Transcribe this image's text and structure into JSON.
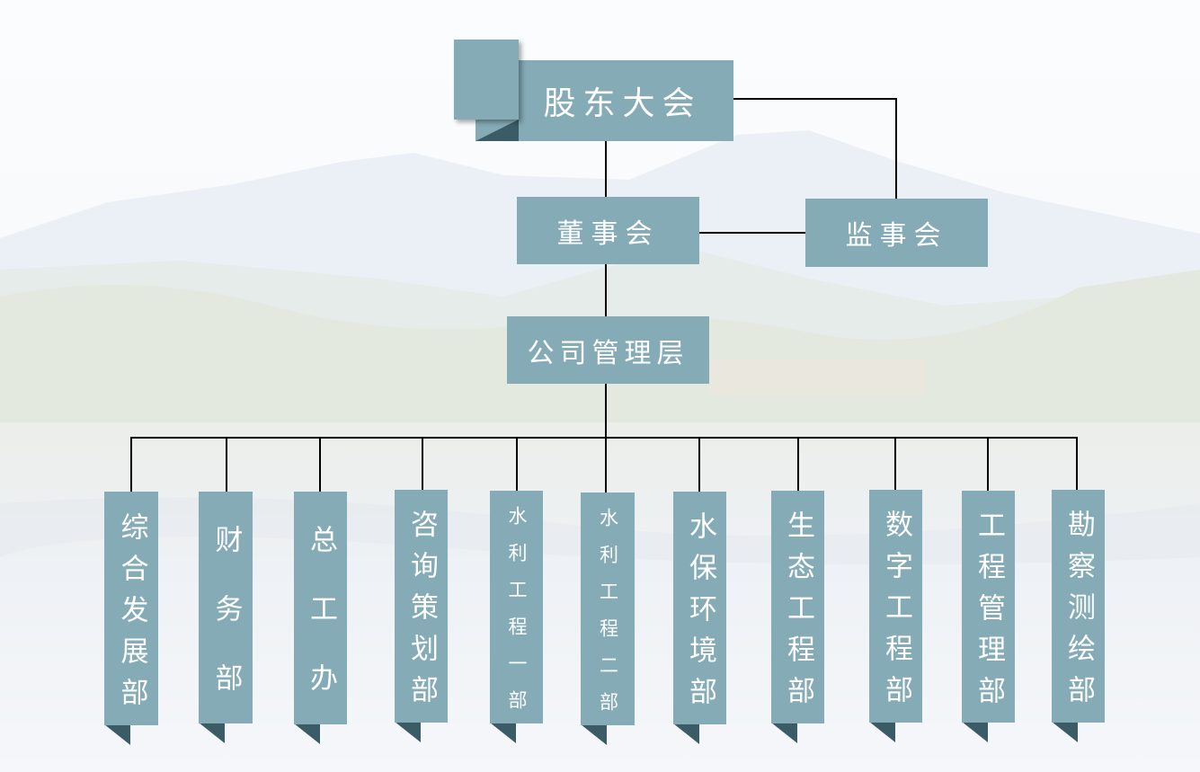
{
  "colors": {
    "box": "#84abb6",
    "fold": "#3b5c66",
    "line": "#000000",
    "text": "#ffffff"
  },
  "top": {
    "label": "股东大会"
  },
  "board": {
    "label": "董事会"
  },
  "supervisors": {
    "label": "监事会"
  },
  "management": {
    "label": "公司管理层"
  },
  "departments": [
    {
      "label": "综合发展部"
    },
    {
      "label": "财务部"
    },
    {
      "label": "总工办"
    },
    {
      "label": "咨询策划部"
    },
    {
      "label": "水利工程一部"
    },
    {
      "label": "水利工程二部"
    },
    {
      "label": "水保环境部"
    },
    {
      "label": "生态工程部"
    },
    {
      "label": "数字工程部"
    },
    {
      "label": "工程管理部"
    },
    {
      "label": "勘察测绘部"
    }
  ]
}
